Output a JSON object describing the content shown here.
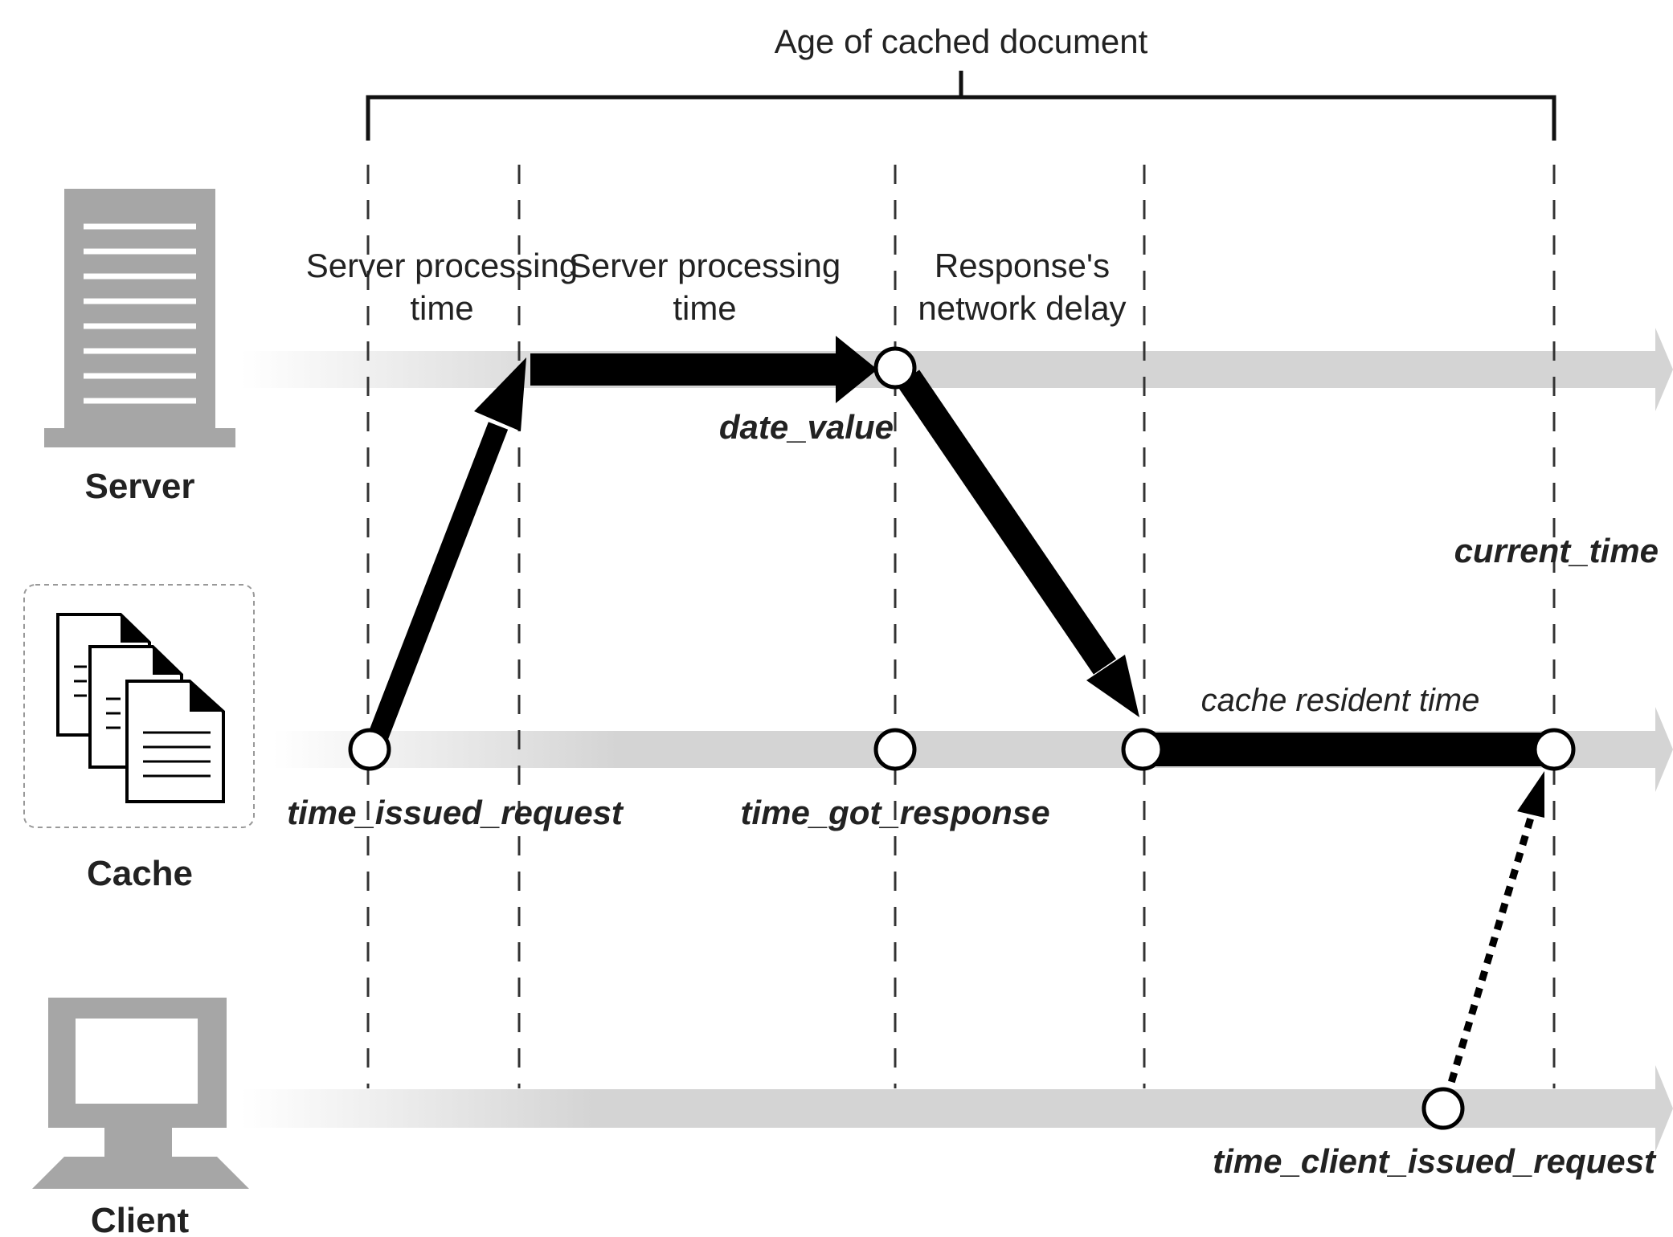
{
  "header": {
    "age_label": "Age of cached document"
  },
  "entities": {
    "server": "Server",
    "cache": "Cache",
    "client": "Client"
  },
  "annotations": {
    "server_processing_1": [
      "Server processing",
      "time"
    ],
    "server_processing_2": [
      "Server processing",
      "time"
    ],
    "network_delay": [
      "Response's",
      "network delay"
    ],
    "cache_resident": "cache resident time"
  },
  "timestamps": {
    "date_value": "date_value",
    "current_time": "current_time",
    "time_issued_request": "time_issued_request",
    "time_got_response": "time_got_response",
    "time_client_issued_request": "time_client_issued_request"
  },
  "colors": {
    "lane": "#d4d4d4",
    "icon": "#a6a6a6",
    "arrow": "#000000",
    "dashed": "#333333"
  },
  "icons": {
    "server": "server-icon",
    "cache": "documents-icon",
    "client": "monitor-icon"
  }
}
